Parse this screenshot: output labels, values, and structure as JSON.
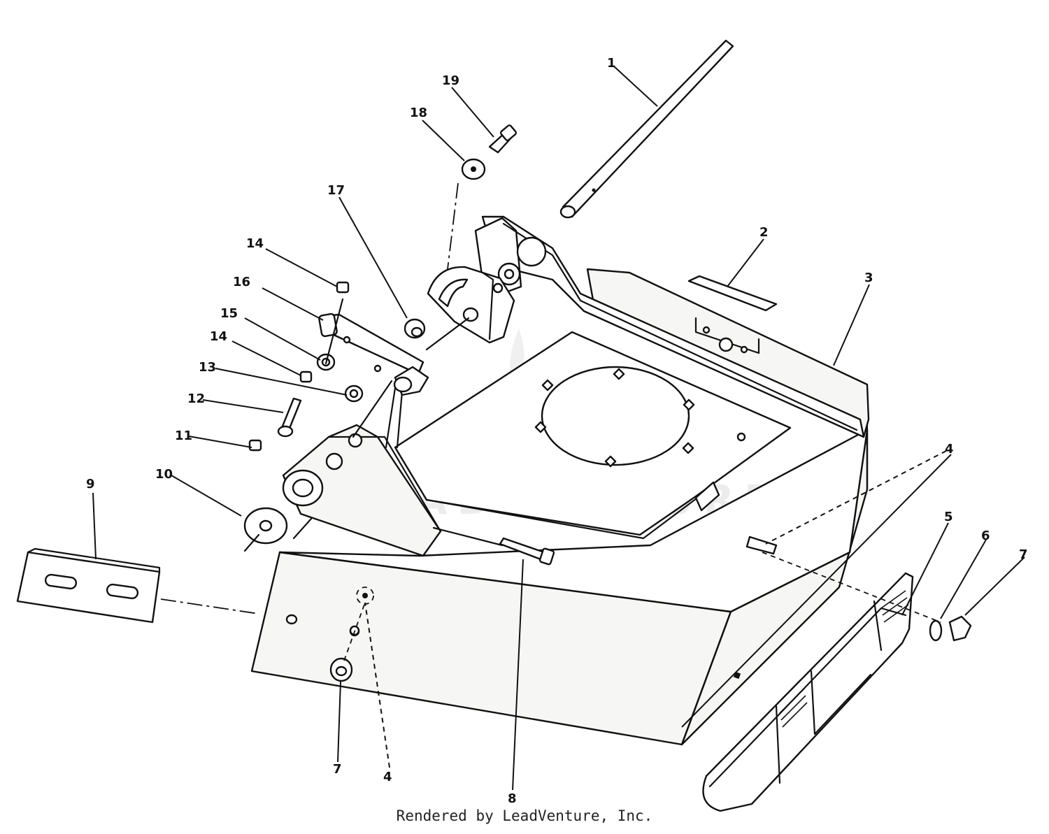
{
  "footer": {
    "credit": "Rendered by LeadVenture, Inc."
  },
  "watermark": {
    "text": "LEADVENTURE"
  },
  "callouts": [
    {
      "id": "c1",
      "label": "1"
    },
    {
      "id": "c2",
      "label": "2"
    },
    {
      "id": "c3",
      "label": "3"
    },
    {
      "id": "c4a",
      "label": "4"
    },
    {
      "id": "c4b",
      "label": "4"
    },
    {
      "id": "c5",
      "label": "5"
    },
    {
      "id": "c6",
      "label": "6"
    },
    {
      "id": "c7a",
      "label": "7"
    },
    {
      "id": "c7b",
      "label": "7"
    },
    {
      "id": "c8",
      "label": "8"
    },
    {
      "id": "c9",
      "label": "9"
    },
    {
      "id": "c10",
      "label": "10"
    },
    {
      "id": "c11",
      "label": "11"
    },
    {
      "id": "c12",
      "label": "12"
    },
    {
      "id": "c13",
      "label": "13"
    },
    {
      "id": "c14a",
      "label": "14"
    },
    {
      "id": "c14b",
      "label": "14"
    },
    {
      "id": "c15",
      "label": "15"
    },
    {
      "id": "c16",
      "label": "16"
    },
    {
      "id": "c17",
      "label": "17"
    },
    {
      "id": "c18",
      "label": "18"
    },
    {
      "id": "c19",
      "label": "19"
    }
  ]
}
